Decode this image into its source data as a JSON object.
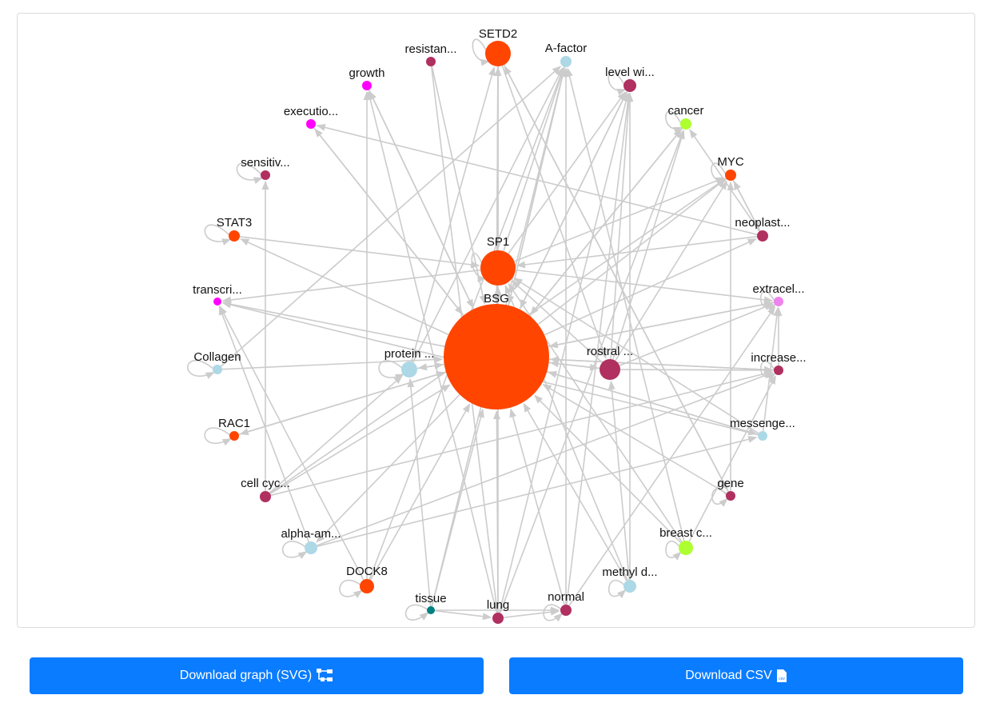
{
  "graph": {
    "colors": {
      "edge": "#cccccc",
      "orange": "#ff4500",
      "maroon": "#b03060",
      "lightblue": "#add8e6",
      "magenta": "#ff00ff",
      "lime": "#adff2f",
      "violet": "#ee82ee",
      "teal": "#008080"
    },
    "nodes": [
      {
        "id": "BSG",
        "label": "BSG",
        "color": "orange"
      },
      {
        "id": "SP1",
        "label": "SP1",
        "color": "orange"
      },
      {
        "id": "SETD2",
        "label": "SETD2",
        "color": "orange"
      },
      {
        "id": "Afactor",
        "label": "A-factor",
        "color": "lightblue"
      },
      {
        "id": "resistan",
        "label": "resistan...",
        "color": "maroon"
      },
      {
        "id": "levelwi",
        "label": "level wi...",
        "color": "maroon"
      },
      {
        "id": "growth",
        "label": "growth",
        "color": "magenta"
      },
      {
        "id": "cancer",
        "label": "cancer",
        "color": "lime"
      },
      {
        "id": "executio",
        "label": "executio...",
        "color": "magenta"
      },
      {
        "id": "MYC",
        "label": "MYC",
        "color": "orange"
      },
      {
        "id": "sensitiv",
        "label": "sensitiv...",
        "color": "maroon"
      },
      {
        "id": "neoplast",
        "label": "neoplast...",
        "color": "maroon"
      },
      {
        "id": "STAT3",
        "label": "STAT3",
        "color": "orange"
      },
      {
        "id": "extracel",
        "label": "extracel...",
        "color": "violet"
      },
      {
        "id": "transcri",
        "label": "transcri...",
        "color": "magenta"
      },
      {
        "id": "rostral",
        "label": "rostral ...",
        "color": "maroon"
      },
      {
        "id": "protein",
        "label": "protein ...",
        "color": "lightblue"
      },
      {
        "id": "increase",
        "label": "increase...",
        "color": "maroon"
      },
      {
        "id": "Collagen",
        "label": "Collagen",
        "color": "lightblue"
      },
      {
        "id": "messenge",
        "label": "messenge...",
        "color": "lightblue"
      },
      {
        "id": "RAC1",
        "label": "RAC1",
        "color": "orange"
      },
      {
        "id": "gene",
        "label": "gene",
        "color": "maroon"
      },
      {
        "id": "cellcyc",
        "label": "cell cyc...",
        "color": "maroon"
      },
      {
        "id": "breastc",
        "label": "breast c...",
        "color": "lime"
      },
      {
        "id": "alphaam",
        "label": "alpha-am...",
        "color": "lightblue"
      },
      {
        "id": "methyld",
        "label": "methyl d...",
        "color": "lightblue"
      },
      {
        "id": "DOCK8",
        "label": "DOCK8",
        "color": "orange"
      },
      {
        "id": "normal",
        "label": "normal",
        "color": "maroon"
      },
      {
        "id": "tissue",
        "label": "tissue",
        "color": "teal"
      },
      {
        "id": "lung",
        "label": "lung",
        "color": "maroon"
      }
    ]
  },
  "buttons": {
    "download_svg": "Download graph (SVG)",
    "download_csv": "Download CSV",
    "csv_badge": "csv"
  }
}
